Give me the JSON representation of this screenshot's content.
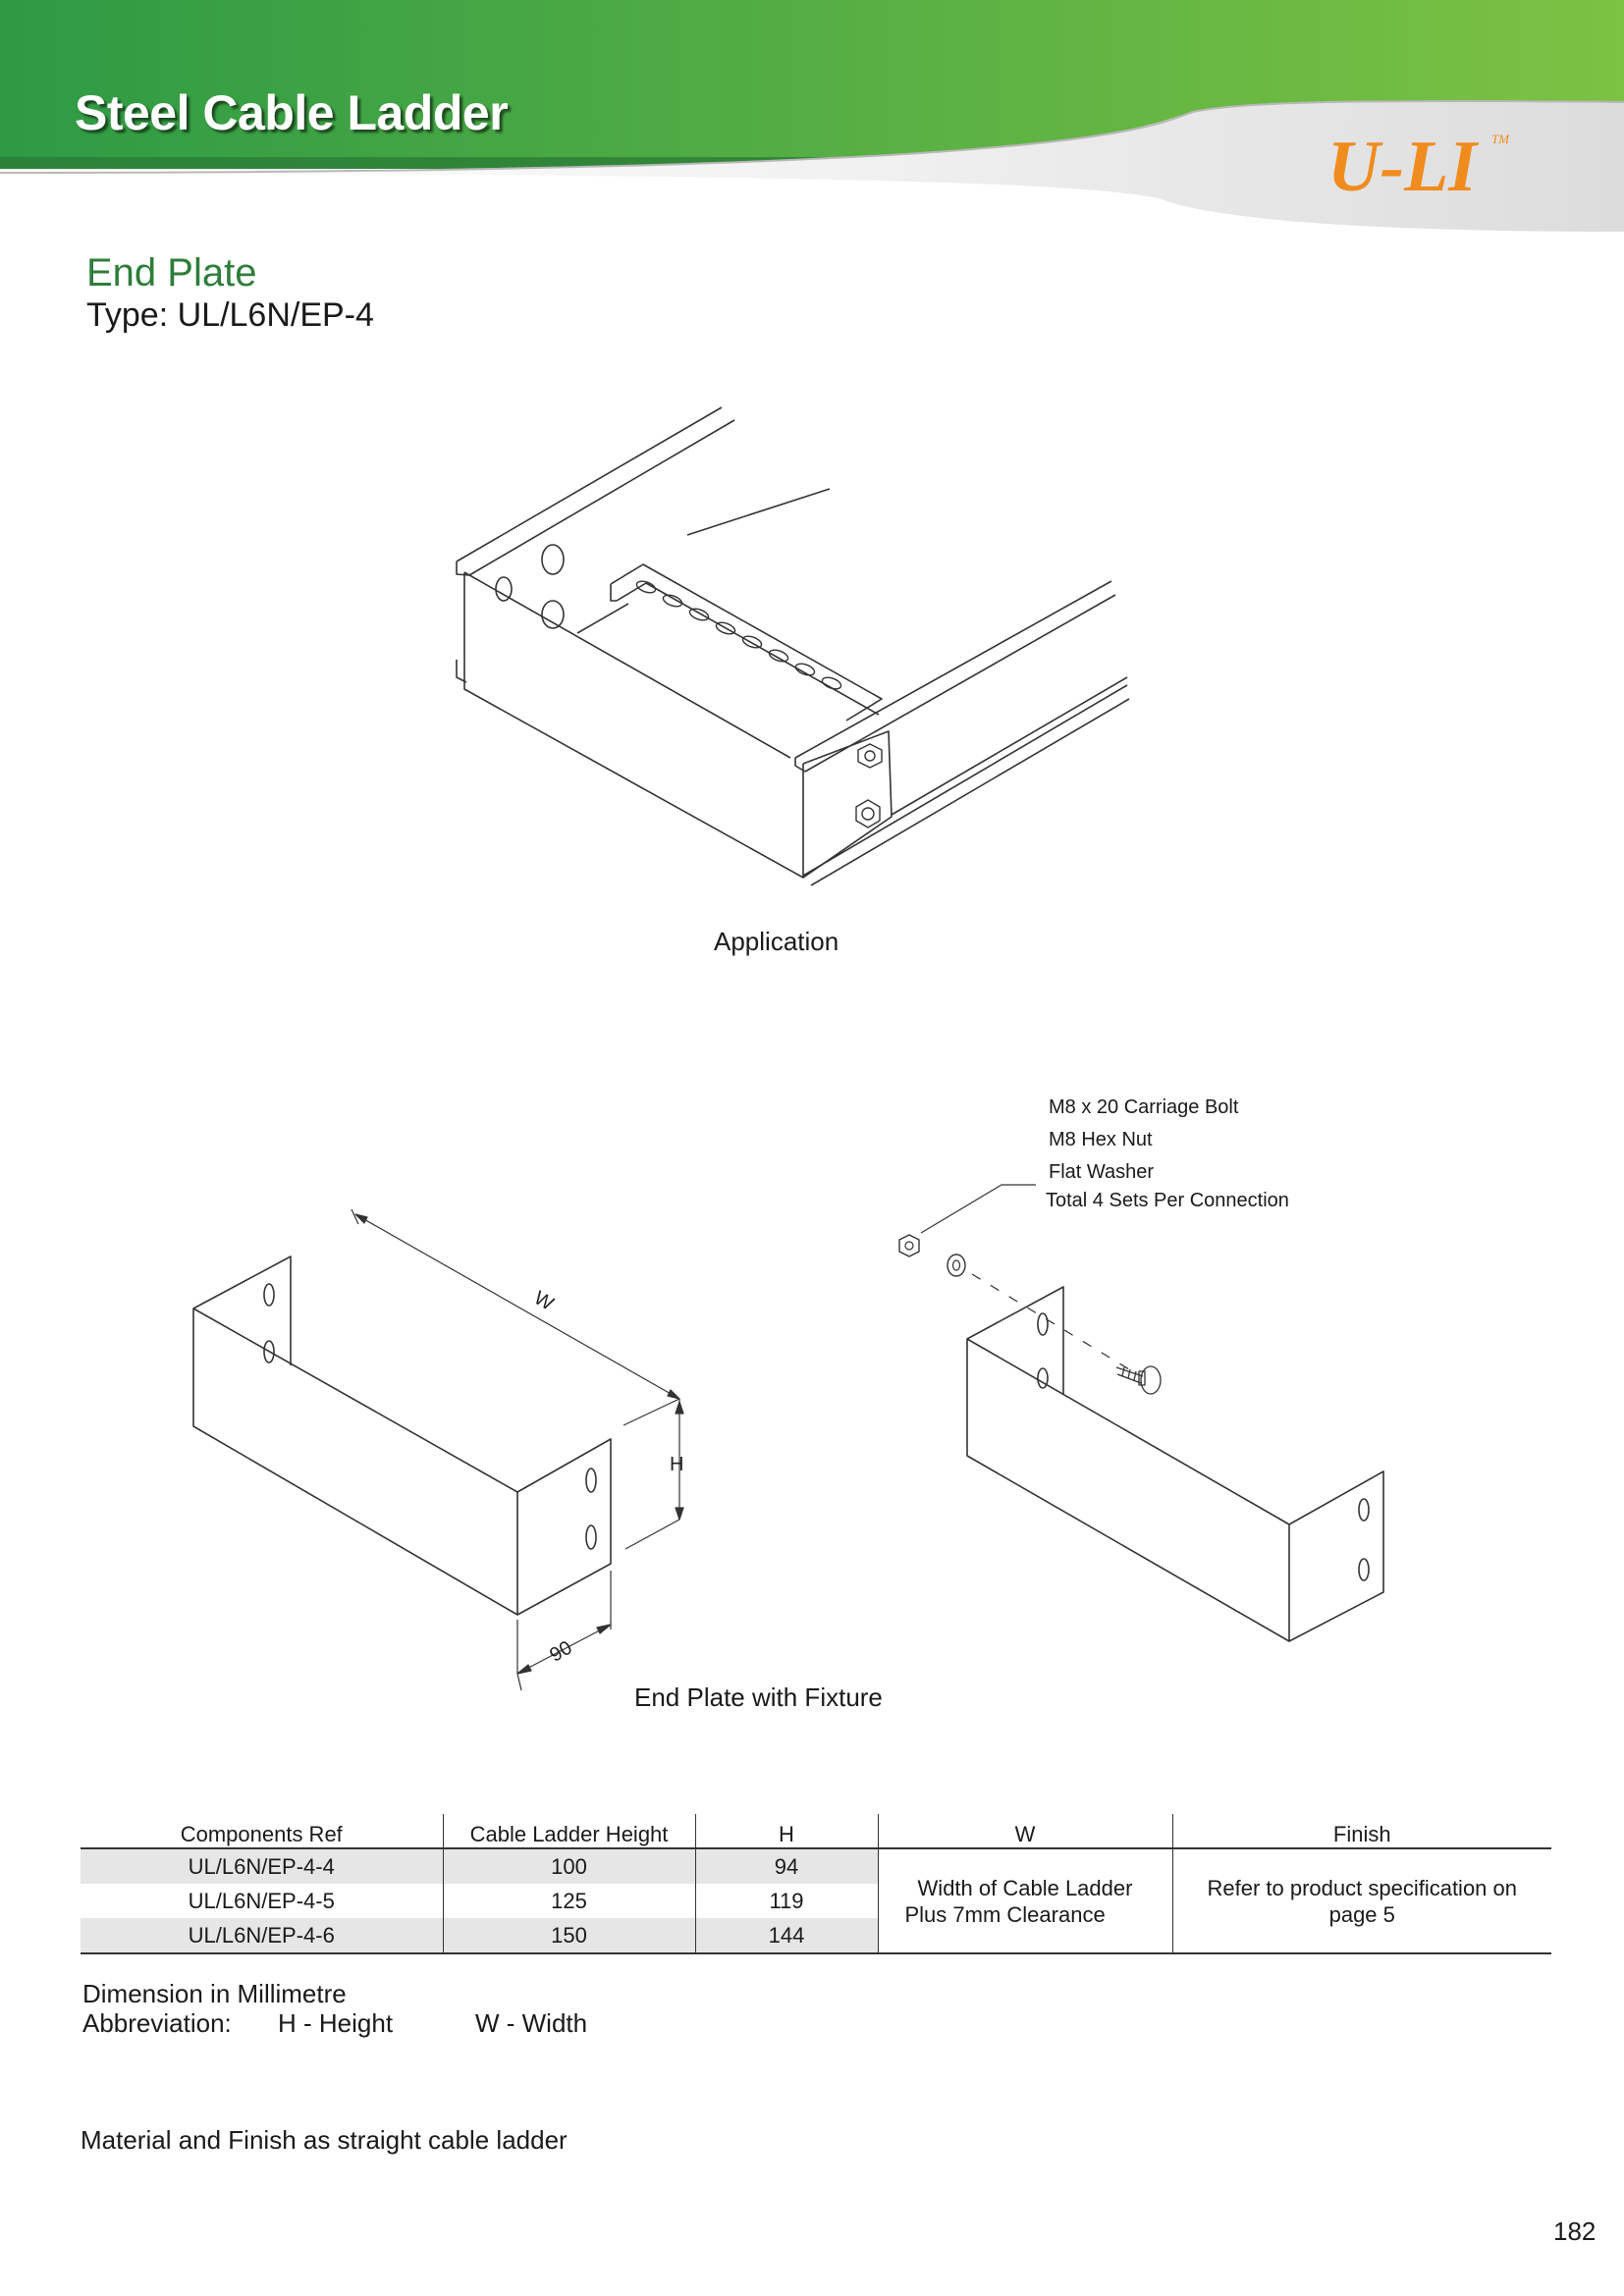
{
  "header": {
    "title": "Steel Cable Ladder",
    "logo": "U-LI",
    "trademark": "TM",
    "colors": {
      "green_dark": "#2e9a44",
      "green_light": "#7cc243",
      "logo_orange": "#f08c1e"
    }
  },
  "product": {
    "name": "End Plate",
    "type": "Type: UL/L6N/EP-4"
  },
  "figures": {
    "application_caption": "Application",
    "fixture_caption": "End Plate with Fixture",
    "dim_w": "W",
    "dim_h": "H",
    "dim_90": "90",
    "fixture_notes": [
      "M8 x 20 Carriage Bolt",
      "M8 Hex Nut",
      "Flat Washer",
      "Total 4 Sets Per Connection"
    ]
  },
  "table": {
    "headers": [
      "Components Ref",
      "Cable Ladder Height",
      "H",
      "W",
      "Finish"
    ],
    "rows": [
      {
        "ref": "UL/L6N/EP-4-4",
        "height": "100",
        "h": "94"
      },
      {
        "ref": "UL/L6N/EP-4-5",
        "height": "125",
        "h": "119"
      },
      {
        "ref": "UL/L6N/EP-4-6",
        "height": "150",
        "h": "144"
      }
    ],
    "w_value_line1": "Width of Cable Ladder",
    "w_value_line2": "Plus 7mm Clearance",
    "finish_value_line1": "Refer to product specification on",
    "finish_value_line2": "page 5"
  },
  "notes": {
    "dimension": "Dimension in Millimetre",
    "abbreviation_label": "Abbreviation:",
    "abbreviation_h": "H - Height",
    "abbreviation_w": "W - Width",
    "material": "Material and Finish as straight cable ladder"
  },
  "page_number": "182"
}
